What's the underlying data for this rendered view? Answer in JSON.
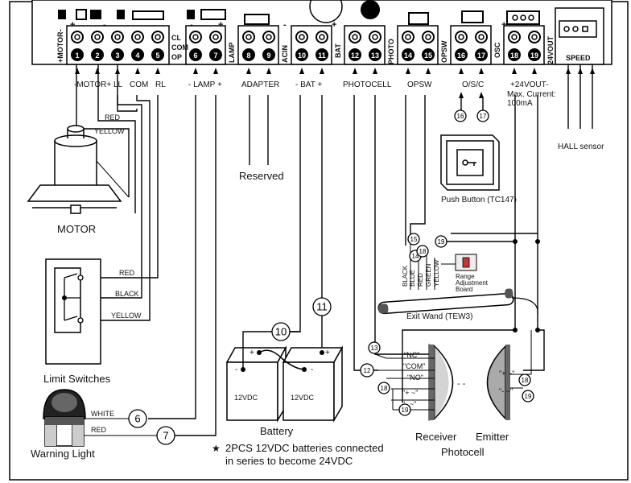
{
  "board": {
    "terminal_numbers": [
      "1",
      "2",
      "3",
      "4",
      "5",
      "6",
      "7",
      "8",
      "9",
      "10",
      "11",
      "12",
      "13",
      "14",
      "15",
      "16",
      "17",
      "18",
      "19"
    ],
    "side_labels": {
      "motor": "+MOTOR-",
      "cl": "CL",
      "com": "COM",
      "op": "OP",
      "lamp": "LAMP",
      "acin": "ACIN",
      "bat": "BAT",
      "photo": "PHOTO",
      "opsw": "OPSW",
      "osc": "OSC",
      "v24out": "24VOUT",
      "speed": "SPEED"
    }
  },
  "labels": {
    "motor_group": "-MOTOR+",
    "ll": "LL",
    "com": "COM",
    "rl": "RL",
    "lamp_group": "- LAMP +",
    "adapter": "ADAPTER",
    "bat_group": "-  BAT  +",
    "photocell": "PHOTOCELL",
    "opsw": "OPSW",
    "osc": "O/S/C",
    "v24out": "+24VOUT-",
    "max_current": "Max. Current:",
    "max_current_value": "100mA",
    "hall_sensor": "HALL sensor",
    "reserved": "Reserved",
    "motor": "MOTOR",
    "yellow": "YELLOW",
    "red": "RED",
    "black": "BLACK",
    "white": "WHITE",
    "limit_switches": "Limit Switches",
    "warning_light": "Warning Light",
    "battery": "Battery",
    "battery_voltage": "12VDC",
    "battery_note_line1": "2PCS 12VDC batteries connected",
    "battery_note_line2": "in series to become 24VDC",
    "push_button": "Push Button (TC147)",
    "exit_wand": "Exit Wand (TEW3)",
    "range_adj_1": "Range",
    "range_adj_2": "Adjustment",
    "range_adj_3": "Board",
    "wand_colors": [
      "BLACK",
      "BLUE",
      "RED",
      "GREEN",
      "YELLOW"
    ],
    "nc": "\"NC\"",
    "com_q": "\"COM\"",
    "no": "\"NO\"",
    "plus_tilde": "\"+ ~\"",
    "minus_tilde": "\"- ~\"",
    "receiver": "Receiver",
    "emitter": "Emitter",
    "photocell_caption": "Photocell"
  },
  "callouts": {
    "c6": "6",
    "c7": "7",
    "c10": "10",
    "c11": "11",
    "c12": "12",
    "c13": "13",
    "c14": "14",
    "c15": "15",
    "c16": "16",
    "c17": "17",
    "c18a": "18",
    "c18b": "18",
    "c18c": "18",
    "c19a": "19",
    "c19b": "19",
    "c19c": "19"
  }
}
